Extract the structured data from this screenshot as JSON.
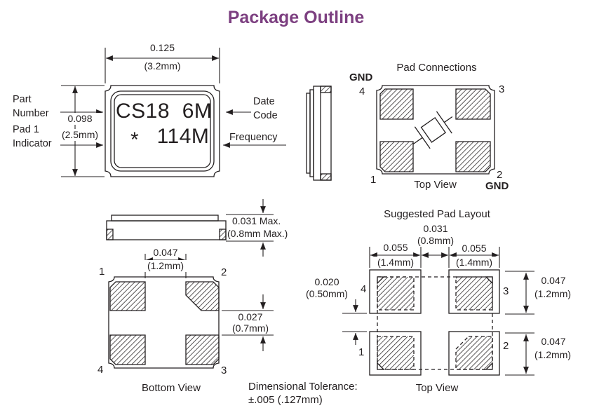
{
  "title": "Package Outline",
  "colors": {
    "accent": "#7C3F80",
    "ink": "#231F20"
  },
  "marking_view": {
    "part_number_label": "Part\nNumber",
    "pad1_label": "Pad 1\nIndicator",
    "date_code_label": "Date\nCode",
    "frequency_label": "Frequency",
    "marking_line1": "CS18  6M",
    "marking_star": "*",
    "marking_freq": "114M",
    "width_in": "0.125",
    "width_mm": "(3.2mm)",
    "height_in": "0.098",
    "height_mm": "(2.5mm)"
  },
  "pad_connections": {
    "title": "Pad Connections",
    "gnd_top": "GND",
    "gnd_bottom": "GND",
    "pin1": "1",
    "pin2": "2",
    "pin3": "3",
    "pin4": "4",
    "caption": "Top View"
  },
  "side_view": {
    "height_in": "0.031 Max.",
    "height_mm": "(0.8mm Max.)"
  },
  "bottom_view": {
    "caption": "Bottom View",
    "pin1": "1",
    "pin2": "2",
    "pin3": "3",
    "pin4": "4",
    "gap_in": "0.047",
    "gap_mm": "(1.2mm)",
    "row_gap_in": "0.027",
    "row_gap_mm": "(0.7mm)"
  },
  "pad_layout": {
    "title": "Suggested Pad Layout",
    "caption": "Top View",
    "pin1": "1",
    "pin2": "2",
    "pin3": "3",
    "pin4": "4",
    "center_gap_in": "0.031",
    "center_gap_mm": "(0.8mm)",
    "pad_width_left_in": "0.055",
    "pad_width_left_mm": "(1.4mm)",
    "pad_width_right_in": "0.055",
    "pad_width_right_mm": "(1.4mm)",
    "edge_offset_in": "0.020",
    "edge_offset_mm": "(0.50mm)",
    "pad_height_top_in": "0.047",
    "pad_height_top_mm": "(1.2mm)",
    "pad_height_bottom_in": "0.047",
    "pad_height_bottom_mm": "(1.2mm)"
  },
  "tolerance_note": "Dimensional Tolerance:\n±.005 (.127mm)"
}
